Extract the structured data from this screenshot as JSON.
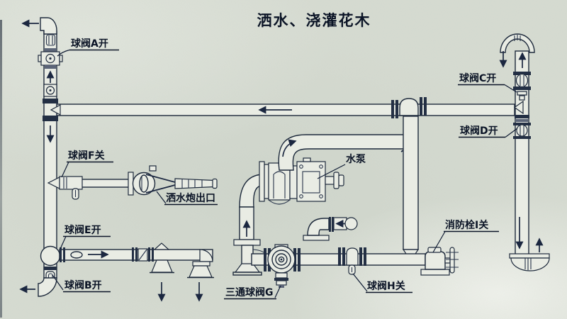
{
  "title": "洒水、浇灌花木",
  "diagram": {
    "type": "sprinkler-truck-piping-schematic",
    "labels": {
      "valve_a": "球阀A开",
      "valve_b": "球阀B开",
      "valve_c": "球阀C开",
      "valve_d": "球阀D开",
      "valve_e": "球阀E开",
      "valve_f": "球阀F关",
      "valve_g": "三通球阀G",
      "valve_h": "球阀H关",
      "hydrant_i": "消防栓I关",
      "pump": "水泵",
      "cannon_outlet": "洒水炮出口"
    },
    "colors": {
      "ink": "#1e2a3c",
      "paper": "#d6dbd1"
    }
  }
}
